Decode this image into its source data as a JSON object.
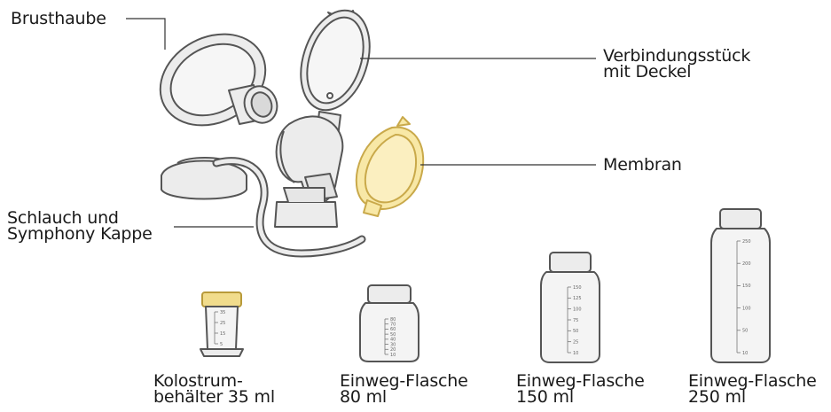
{
  "labels": {
    "breast_shield": "Brusthaube",
    "connector_line1": "Verbindungsstück",
    "connector_line2": "mit Deckel",
    "membrane": "Membran",
    "tubing_line1": "Schlauch und",
    "tubing_line2": "Symphony Kappe",
    "colostrum_line1": "Kolostrum-",
    "colostrum_line2": "behälter 35 ml",
    "bottle80_line1": "Einweg-Flasche",
    "bottle80_line2": "80 ml",
    "bottle150_line1": "Einweg-Flasche",
    "bottle150_line2": "150 ml",
    "bottle250_line1": "Einweg-Flasche",
    "bottle250_line2": "250 ml"
  },
  "graduations": {
    "colostrum": [
      "35",
      "25",
      "15",
      "5"
    ],
    "bottle80": [
      "80",
      "70",
      "60",
      "50",
      "40",
      "30",
      "20",
      "10"
    ],
    "bottle150": [
      "150",
      "125",
      "100",
      "75",
      "50",
      "25",
      "10"
    ],
    "bottle250": [
      "250",
      "200",
      "150",
      "100",
      "50",
      "10"
    ]
  },
  "colors": {
    "part_fill": "#ececec",
    "part_stroke": "#555555",
    "membrane_fill": "#f8e8a6",
    "membrane_stroke": "#c9a94a",
    "cap_fill": "#f1dc8c",
    "line": "#333333"
  }
}
